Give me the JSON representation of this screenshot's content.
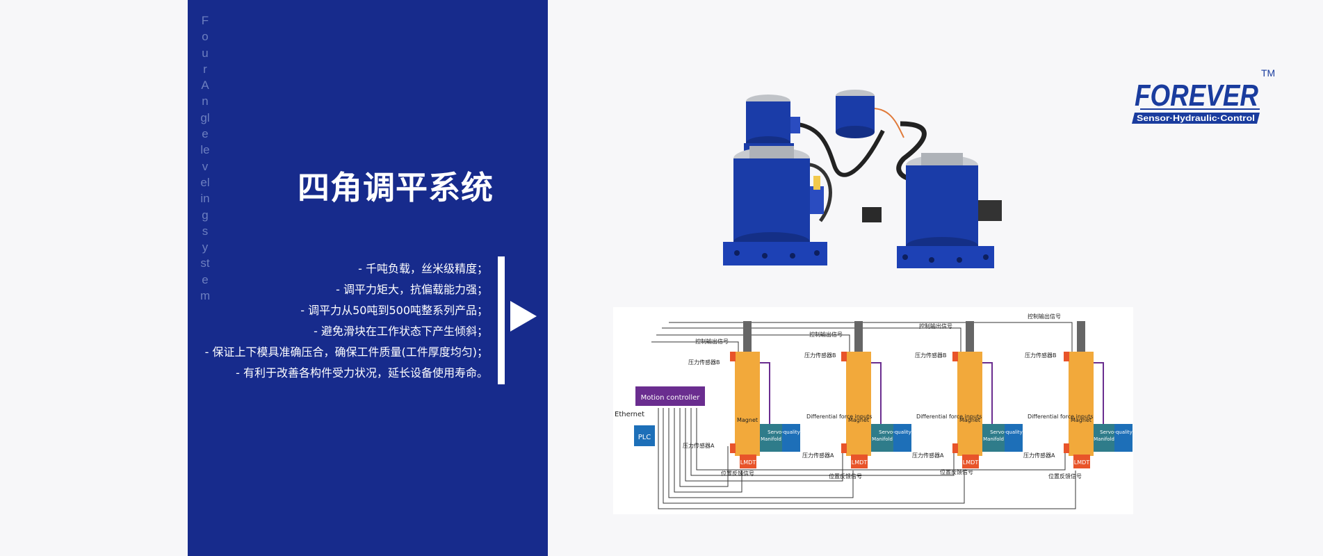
{
  "side_text": "Four Angle leveling system",
  "title": "四角调平系统",
  "bullets": [
    "- 千吨负载，丝米级精度；",
    "- 调平力矩大，抗偏载能力强；",
    "- 调平力从50吨到500吨整系列产品；",
    "- 避免滑块在工作状态下产生倾斜；",
    "- 保证上下模具准确压合，确保工件质量(工件厚度均匀)；",
    "- 有利于改善各构件受力状况，延长设备使用寿命。"
  ],
  "logo": {
    "name": "FOREVER",
    "tagline": "Sensor·Hydraulic·Control",
    "tm": "TM"
  },
  "diagram": {
    "motion_controller": "Motion controller",
    "ethernet": "Ethernet",
    "plc": "PLC",
    "output_signal": "控制输出信号",
    "sensor_b": "压力传感器B",
    "sensor_a": "压力传感器A",
    "position_feedback": "位置反馈信号",
    "magnet": "Magnet",
    "manifold": "Manifold",
    "servo_valve": "Servo-quality valve",
    "lmdt": "LMDT",
    "diff_force": "Differential force inputs"
  },
  "colors": {
    "panel": "#172b8c",
    "accent": "#1a3c9e",
    "cylinder": "#f2a93b",
    "controller": "#6a2d8f",
    "manifold": "#2f7c8a",
    "valve": "#1d6fb8"
  }
}
